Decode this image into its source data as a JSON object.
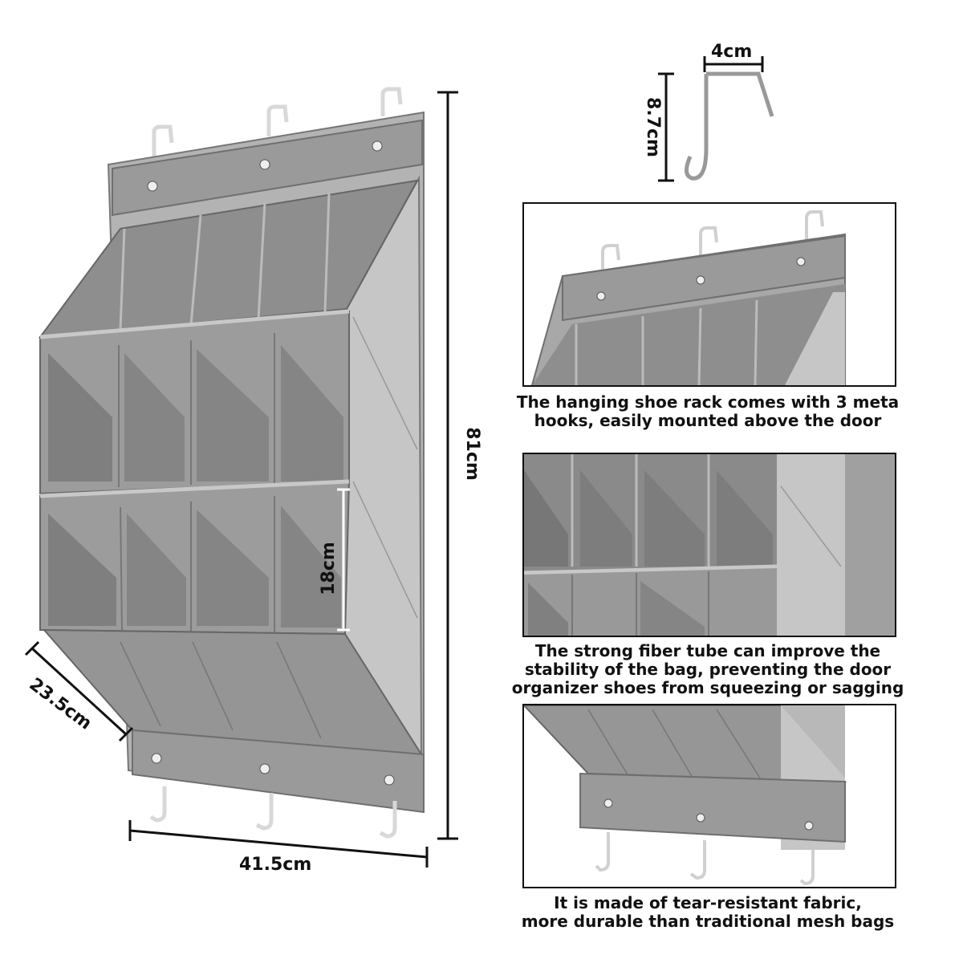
{
  "dimensions": {
    "height": "81cm",
    "width": "41.5cm",
    "depth": "23.5cm",
    "pocket_height": "18cm",
    "hook_width": "4cm",
    "hook_height": "8.7cm"
  },
  "captions": {
    "hooks": [
      "The hanging shoe rack comes with 3 meta",
      "hooks, easily mounted above the door"
    ],
    "tube": [
      "The strong fiber tube can improve the",
      "stability of the bag, preventing the door",
      "organizer shoes from squeezing or sagging"
    ],
    "fabric": [
      "It is made of tear-resistant fabric,",
      "more durable than traditional mesh bags"
    ]
  },
  "colors": {
    "fabric_dark": "#8c8c8c",
    "fabric_mid": "#a3a3a3",
    "fabric_light": "#c4c4c4",
    "line": "#111111"
  }
}
